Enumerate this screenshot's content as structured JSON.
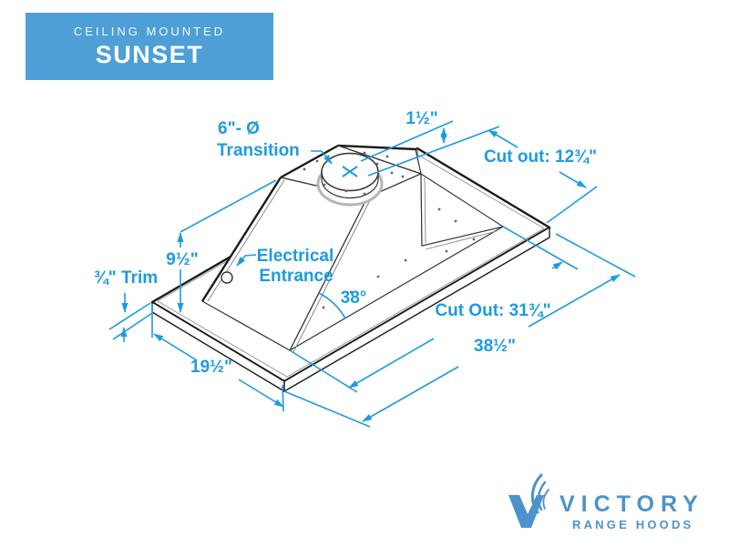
{
  "banner": {
    "category": "CEILING MOUNTED",
    "model": "SUNSET",
    "background": "#4F9FD7"
  },
  "diagram": {
    "labels": {
      "transition_line1": "6\"- Ø",
      "transition_line2": "Transition",
      "collar_height": "1½\"",
      "top_cutout": "Cut out: 12¾\"",
      "hood_height": "9½\"",
      "trim": "¾\" Trim",
      "electrical_line1": "Electrical",
      "electrical_line2": "Entrance",
      "slope_angle": "38°",
      "bottom_cutout": "Cut Out: 31¾\"",
      "overall_length": "38½\"",
      "overall_width": "19½\""
    },
    "colors": {
      "annotation": "#1E9BE0",
      "line": "#1A1A1A"
    }
  },
  "logo": {
    "brand": "VICTORY",
    "tagline": "RANGE HOODS",
    "color": "#4D92CB"
  }
}
